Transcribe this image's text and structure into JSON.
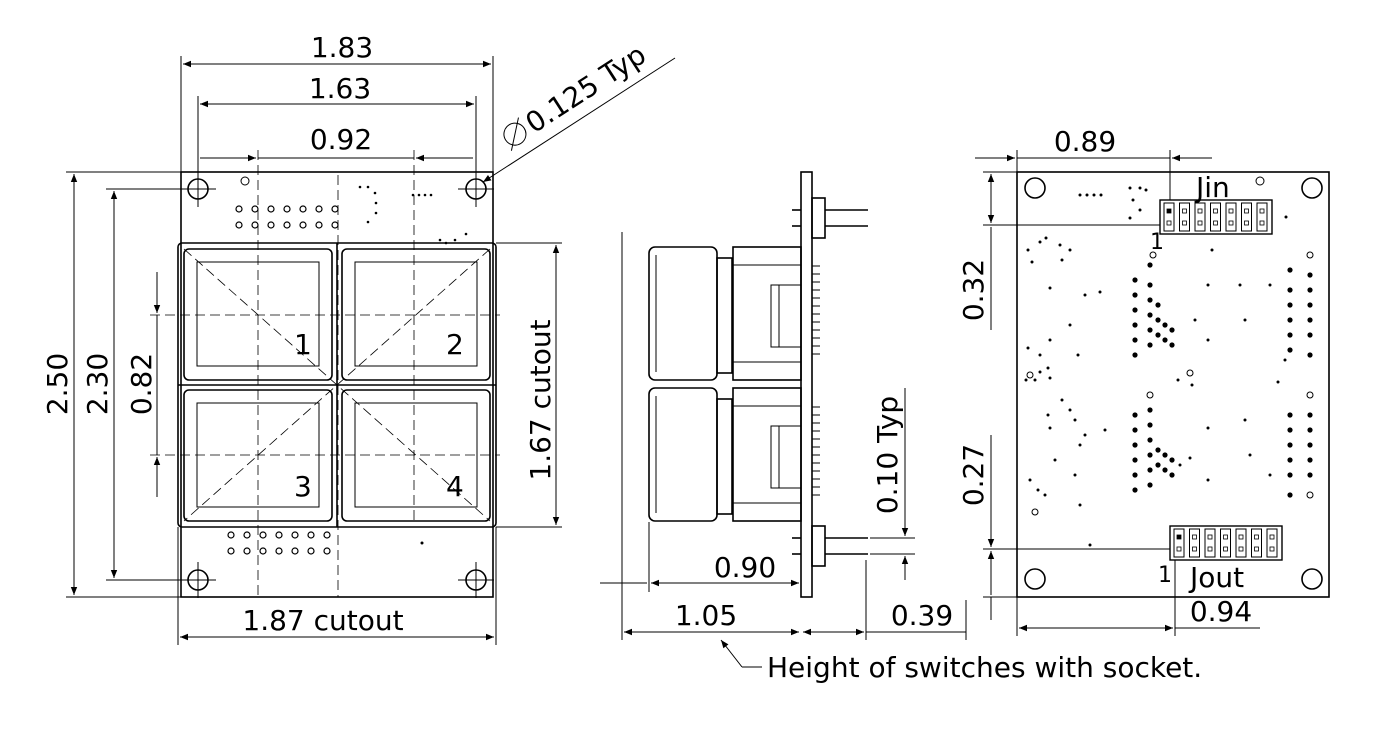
{
  "front_view": {
    "dim_width_overall": "1.83",
    "dim_hole_spacing_x": "1.63",
    "dim_header_width": "0.92",
    "dim_hole_note": "0.125 Typ",
    "dim_height_overall": "2.50",
    "dim_hole_spacing_y": "2.30",
    "dim_key_pitch": "0.82",
    "dim_cutout_height": "1.67 cutout",
    "dim_cutout_width": "1.87 cutout",
    "key_1": "1",
    "key_2": "2",
    "key_3": "3",
    "key_4": "4"
  },
  "side_view": {
    "dim_pin_pitch": "0.10 Typ",
    "dim_switch_height": "0.90",
    "dim_total_height": "1.05",
    "dim_pin_length": "0.39",
    "note": "Height of switches with socket."
  },
  "back_view": {
    "dim_connector_offset": "0.89",
    "dim_jin_offset": "0.32",
    "dim_jout_offset": "0.27",
    "dim_jout_position": "0.94",
    "label_jin": "Jin",
    "label_jout": "Jout",
    "pin1_jin": "1",
    "pin1_jout": "1"
  }
}
